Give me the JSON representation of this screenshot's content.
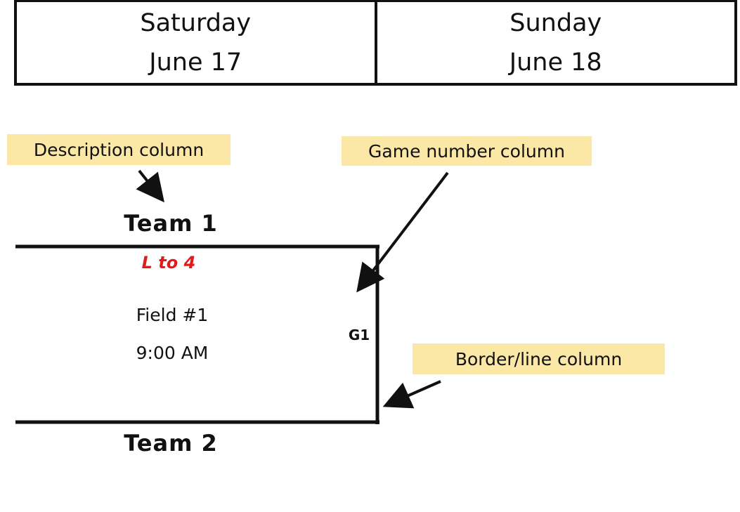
{
  "header": {
    "days": [
      {
        "day": "Saturday",
        "date": "June 17"
      },
      {
        "day": "Sunday",
        "date": "June 18"
      }
    ]
  },
  "callouts": {
    "description": "Description column",
    "game_number": "Game number column",
    "border_line": "Border/line column"
  },
  "bracket": {
    "team_top": "Team 1",
    "team_bottom": "Team 2",
    "loser_note": "L to 4",
    "field": "Field #1",
    "time": "9:00 AM",
    "game_number": "G1"
  },
  "colors": {
    "callout_fill": "#fbe7a6",
    "loser_note": "#e11b1b",
    "lines": "#111111"
  }
}
